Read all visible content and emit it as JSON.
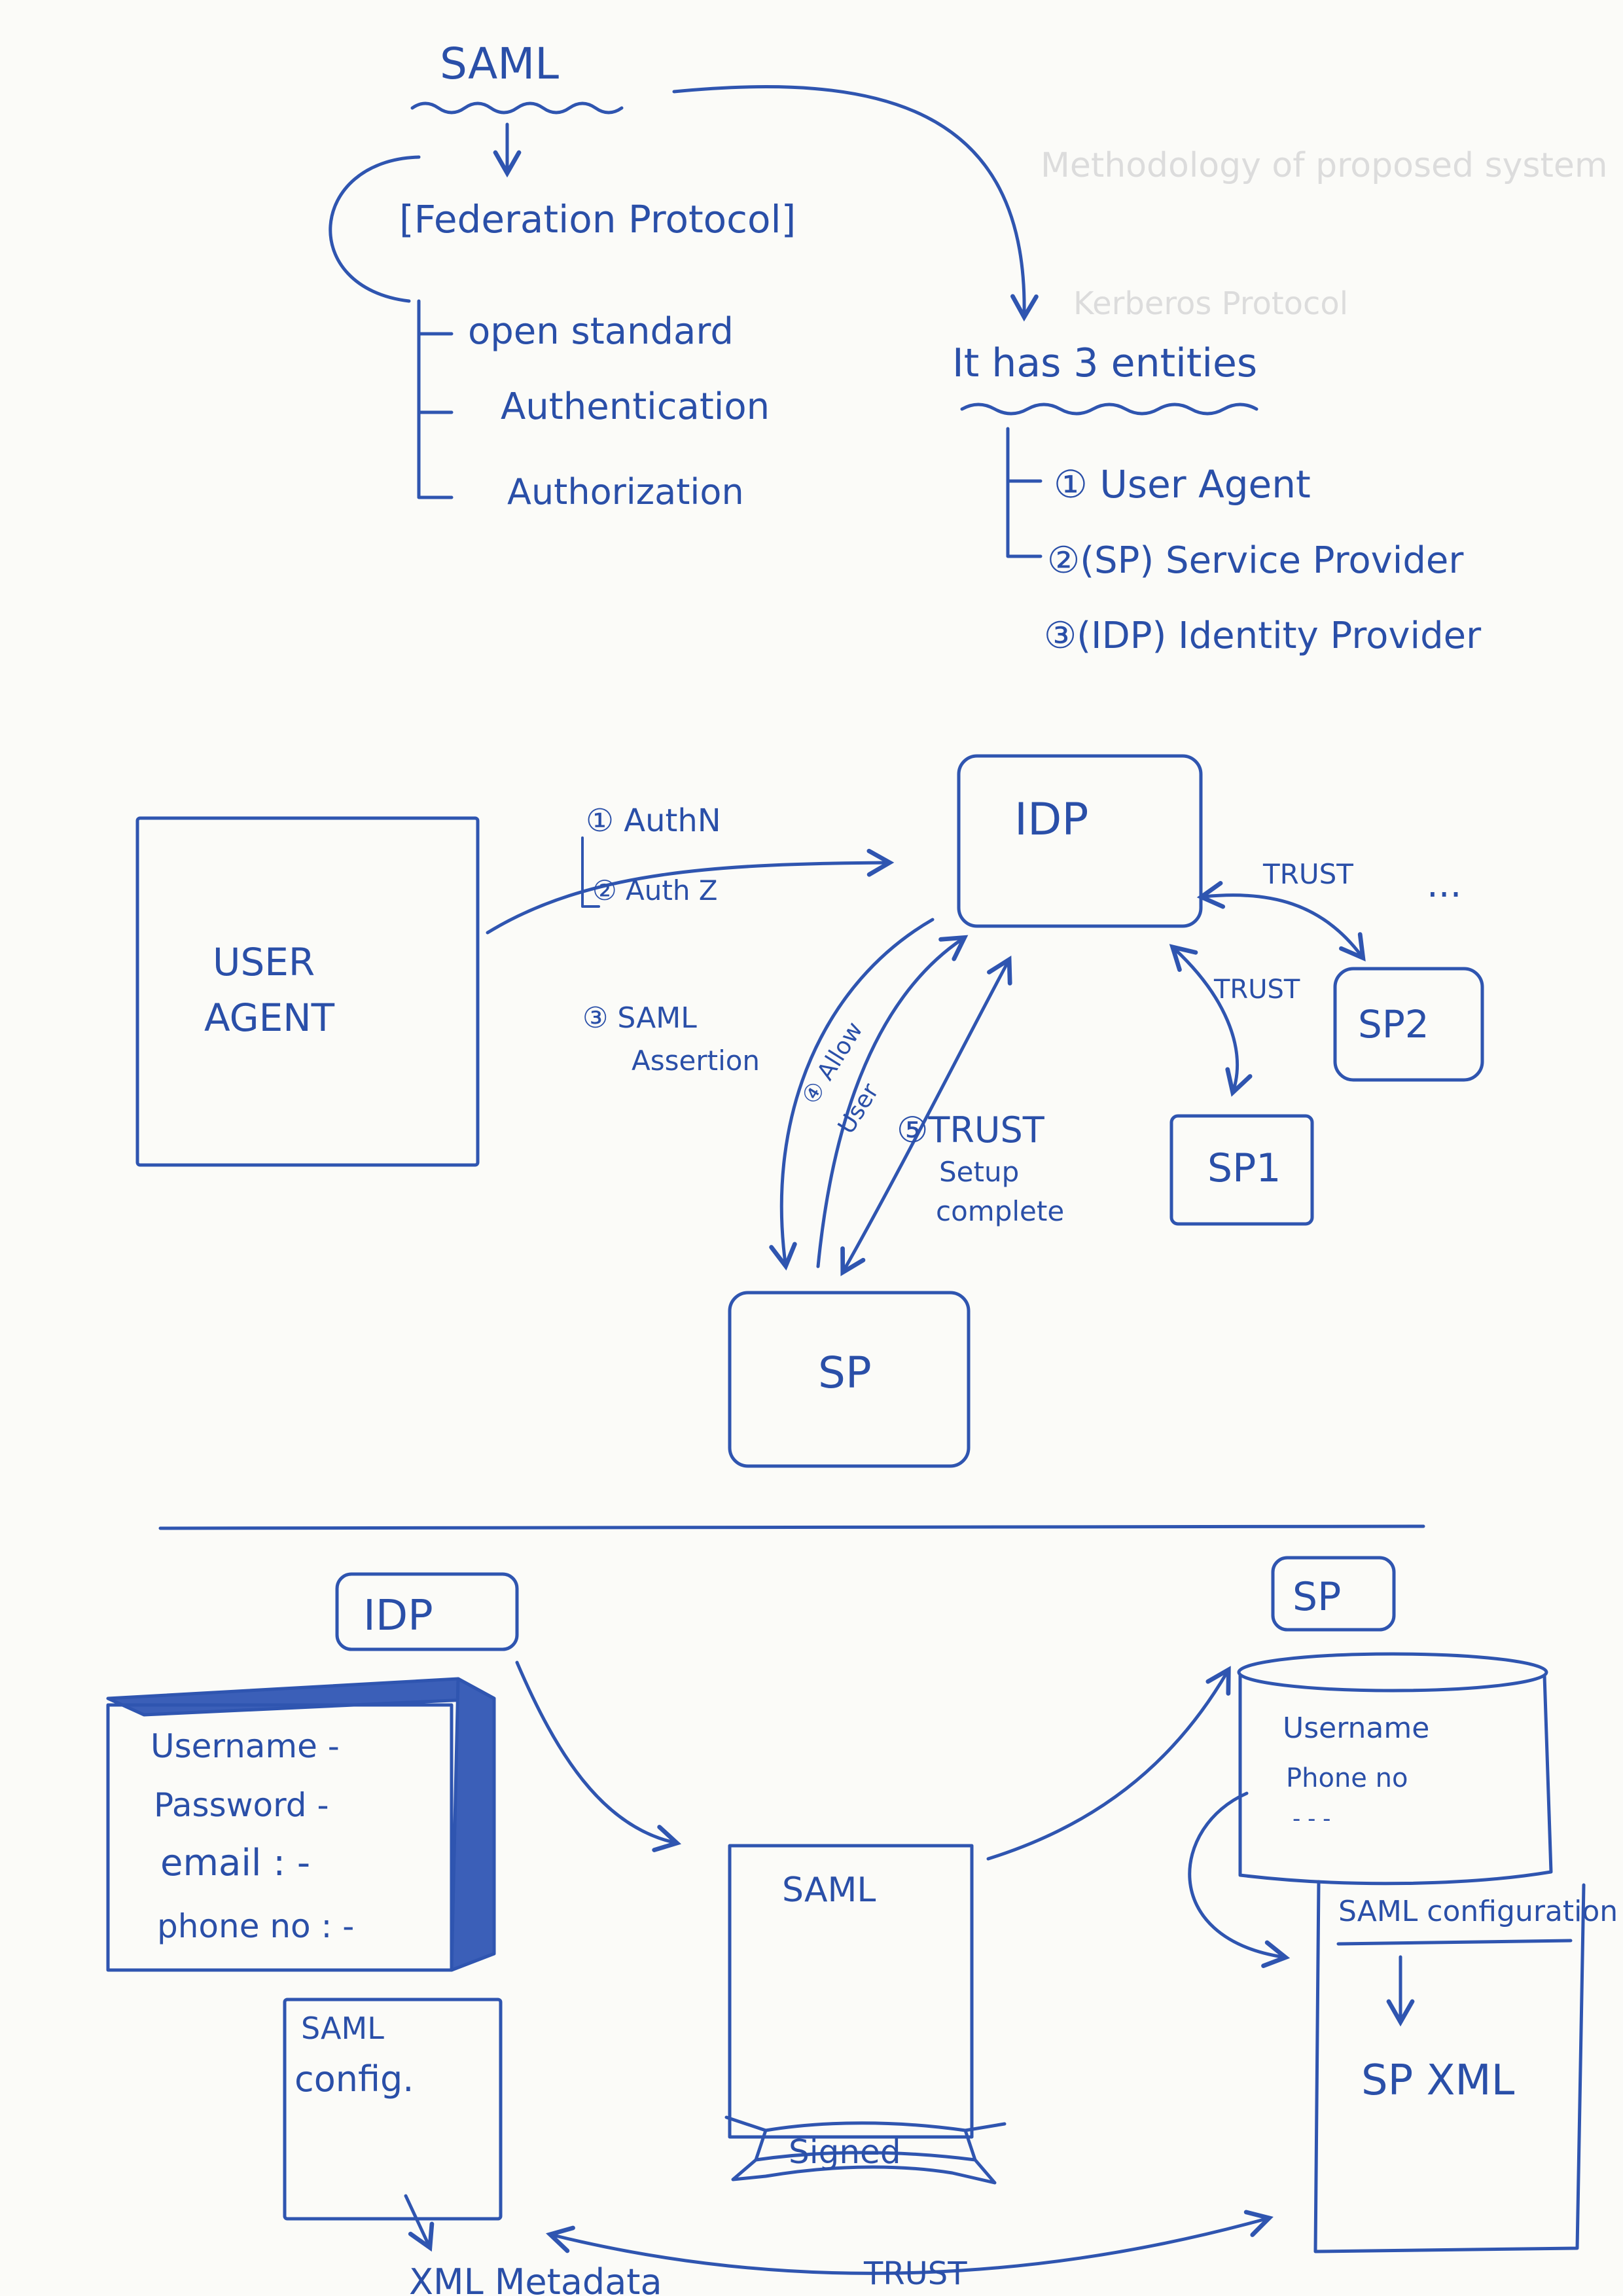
{
  "colors": {
    "ink": "#2f55b0",
    "paper": "#fbfbf8"
  },
  "section1": {
    "title": "SAML",
    "protocol": "[Federation Protocol]",
    "properties": [
      "open standard",
      "Authentication",
      "Authorization"
    ],
    "entities_heading": "It has 3 entities",
    "entities": [
      "① User Agent",
      "②(SP) Service Provider",
      "③(IDP) Identity Provider"
    ],
    "bleed_through": [
      "Methodology of proposed system",
      "Kerberos Protocol"
    ]
  },
  "section2": {
    "user_agent": [
      "USER",
      "AGENT"
    ],
    "idp": "IDP",
    "sp": "SP",
    "sp1": "SP1",
    "sp2": "SP2",
    "ellipsis": "...",
    "step1": "① AuthN",
    "step2": "② Auth Z",
    "step3": [
      "③ SAML",
      "Assertion"
    ],
    "step4": [
      "④ Allow",
      "User"
    ],
    "step5": "⑤TRUST",
    "step5_note": [
      "Setup",
      "complete"
    ],
    "trust_sp1": "TRUST",
    "trust_sp2": "TRUST"
  },
  "section3": {
    "idp_label": "IDP",
    "sp_label": "SP",
    "idp_store": [
      "Username -",
      "Password -",
      "email : -",
      "phone no : -"
    ],
    "idp_config": [
      "SAML",
      "config."
    ],
    "saml_doc": "SAML",
    "signed": "Signed",
    "sp_store": [
      "Username",
      "Phone no",
      "- - -"
    ],
    "sp_config": "SAML configuration",
    "sp_xml": "SP XML",
    "trust": "TRUST",
    "xml_metadata": "XML Metadata"
  }
}
